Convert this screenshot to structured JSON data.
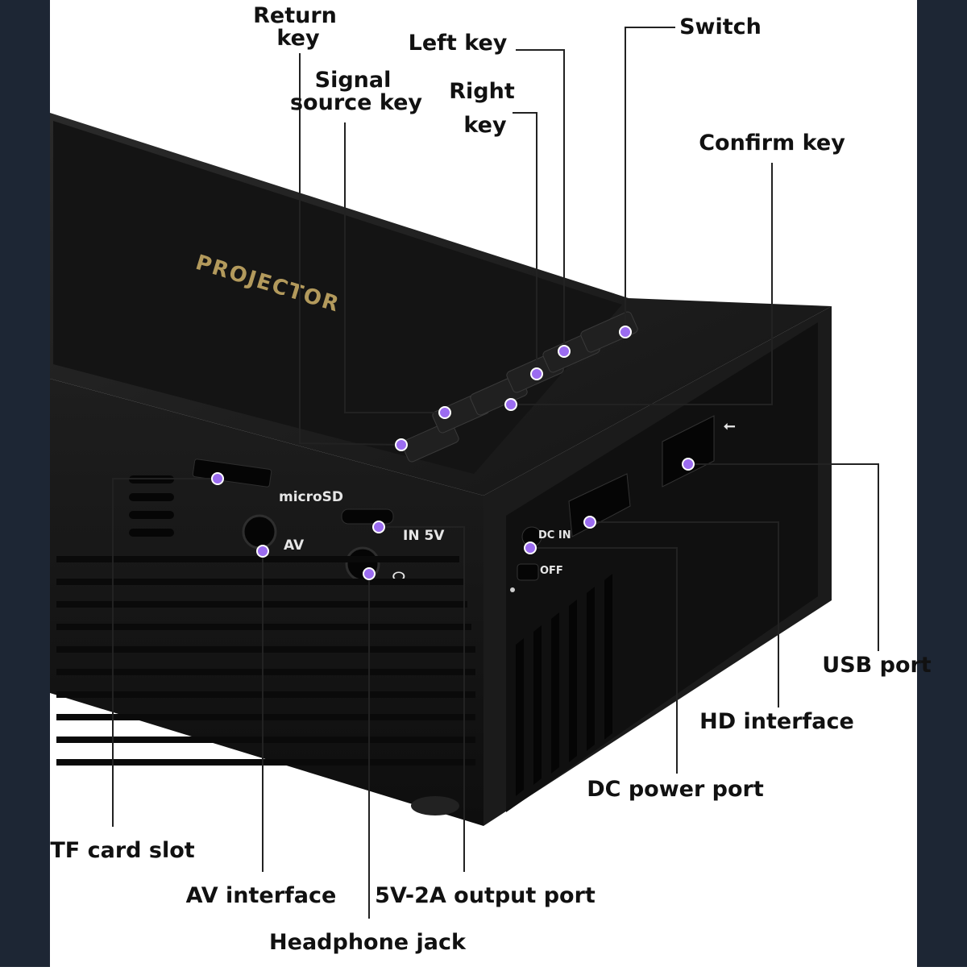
{
  "colors": {
    "frame": "#1d2634",
    "body": "#1b1b1b",
    "panel": "#141414",
    "brand_text": "#b39a5c",
    "callout_dot": "#9b6cf0",
    "line": "#222222"
  },
  "device": {
    "brand": "PROJECTOR",
    "side_prints": {
      "microsd": "microSD",
      "av": "AV",
      "in5v": "IN 5V",
      "dcin": "DC IN",
      "off": "OFF"
    }
  },
  "callouts": {
    "return_key": [
      "Return",
      "key"
    ],
    "left_key": "Left key",
    "switch": "Switch",
    "signal_source_key": [
      "Signal",
      "source key"
    ],
    "right_key": [
      "Right",
      "key"
    ],
    "confirm_key": "Confirm key",
    "usb_port": "USB port",
    "hd_interface": "HD interface",
    "dc_power_port": "DC power port",
    "tf_card_slot": "TF card slot",
    "av_interface": "AV interface",
    "output_port": "5V-2A output port",
    "headphone_jack": "Headphone jack"
  }
}
